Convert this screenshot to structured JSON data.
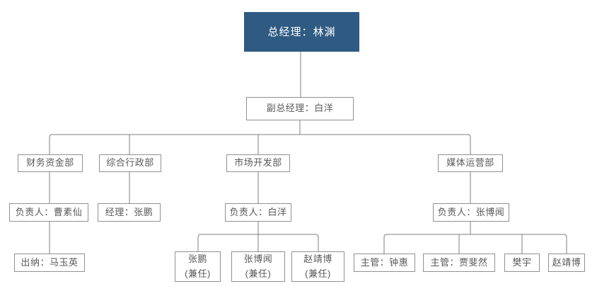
{
  "org_chart": {
    "type": "org-chart",
    "root": {
      "label": "总经理：林渊"
    },
    "deputy": {
      "label": "副总经理：白洋"
    },
    "departments": [
      {
        "label": "财务资金部",
        "manager": {
          "label": "负责人：曹素仙"
        },
        "staff": [
          {
            "label": "出纳：马玉英"
          }
        ]
      },
      {
        "label": "综合行政部",
        "manager": {
          "label": "经理：张鹏"
        },
        "staff": []
      },
      {
        "label": "市场开发部",
        "manager": {
          "label": "负责人：白洋"
        },
        "staff": [
          {
            "label": "张鹏",
            "note": "(兼任)"
          },
          {
            "label": "张博闻",
            "note": "(兼任)"
          },
          {
            "label": "赵靖博",
            "note": "(兼任)"
          }
        ]
      },
      {
        "label": "媒体运营部",
        "manager": {
          "label": "负责人：张博闻"
        },
        "staff": [
          {
            "label": "主管：钟惠"
          },
          {
            "label": "主管：贾斐然"
          },
          {
            "label": "樊宇"
          },
          {
            "label": "赵靖博"
          }
        ]
      }
    ],
    "colors": {
      "root_bg": "#2f5b83",
      "root_text": "#ffffff",
      "node_border": "#919191",
      "node_text": "#595959",
      "connector": "#7f7f7f",
      "background": "#ffffff"
    }
  }
}
